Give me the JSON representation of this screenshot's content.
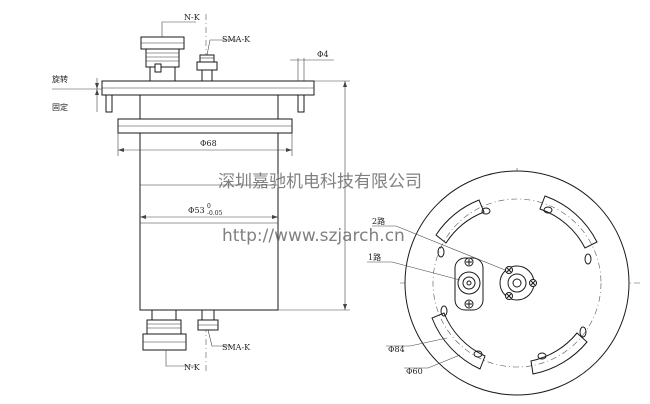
{
  "labels": {
    "nk_top": "N-K",
    "sma_top": "SMA-K",
    "phi4": "Φ4",
    "rotate": "旋转",
    "fixed": "固定",
    "phi68": "Φ68",
    "phi53": "Φ53",
    "tol_upper": "0",
    "tol_lower": "-0.05",
    "sma_bottom": "SMA-K",
    "nk_bottom": "N-K",
    "ch2": "2路",
    "ch1": "1路",
    "phi84": "Φ84",
    "phi60": "Φ60"
  },
  "watermark": {
    "company": "深圳嘉驰机电科技有限公司",
    "url": "http://www.szjarch.cn"
  }
}
